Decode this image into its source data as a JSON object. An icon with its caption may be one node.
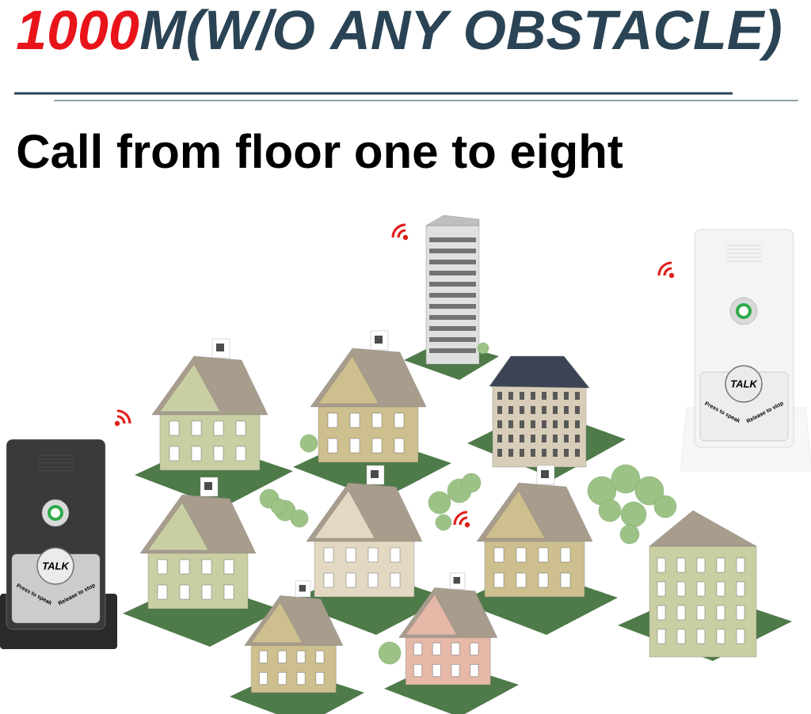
{
  "diagram": {
    "labels": [
      "1000",
      "M(W/O ANY OBSTACLE)",
      "Call from floor one to eight",
      "TALK",
      "Press to speak",
      "Release to stop",
      "TALK",
      "Press to speak",
      "Release to stop"
    ]
  }
}
